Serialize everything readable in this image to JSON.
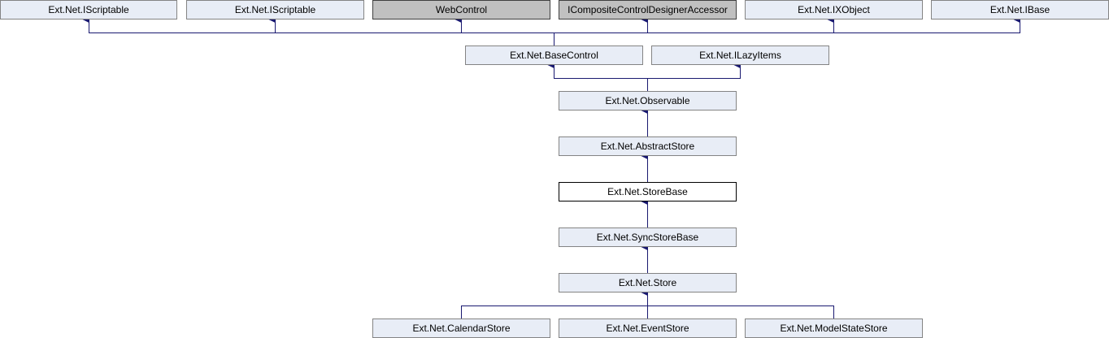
{
  "diagram": {
    "nodes": [
      {
        "id": "iscriptable-1",
        "label": "Ext.Net.IScriptable",
        "style": "normal"
      },
      {
        "id": "iscriptable-2",
        "label": "Ext.Net.IScriptable",
        "style": "normal"
      },
      {
        "id": "webcontrol",
        "label": "WebControl",
        "style": "external"
      },
      {
        "id": "icompositecontroldesigneraccessor",
        "label": "ICompositeControlDesignerAccessor",
        "style": "external"
      },
      {
        "id": "ixobject",
        "label": "Ext.Net.IXObject",
        "style": "normal"
      },
      {
        "id": "ibase",
        "label": "Ext.Net.IBase",
        "style": "normal"
      },
      {
        "id": "basecontrol",
        "label": "Ext.Net.BaseControl",
        "style": "normal"
      },
      {
        "id": "ilazyitems",
        "label": "Ext.Net.ILazyItems",
        "style": "normal"
      },
      {
        "id": "observable",
        "label": "Ext.Net.Observable",
        "style": "normal"
      },
      {
        "id": "abstractstore",
        "label": "Ext.Net.AbstractStore",
        "style": "normal"
      },
      {
        "id": "storebase",
        "label": "Ext.Net.StoreBase",
        "style": "current"
      },
      {
        "id": "syncstorebase",
        "label": "Ext.Net.SyncStoreBase",
        "style": "normal"
      },
      {
        "id": "store",
        "label": "Ext.Net.Store",
        "style": "normal"
      },
      {
        "id": "calendarstore",
        "label": "Ext.Net.CalendarStore",
        "style": "normal"
      },
      {
        "id": "eventstore",
        "label": "Ext.Net.EventStore",
        "style": "normal"
      },
      {
        "id": "modelstatestore",
        "label": "Ext.Net.ModelStateStore",
        "style": "normal"
      }
    ],
    "edges": [
      {
        "from": "basecontrol",
        "to": "iscriptable-1"
      },
      {
        "from": "basecontrol",
        "to": "iscriptable-2"
      },
      {
        "from": "basecontrol",
        "to": "webcontrol"
      },
      {
        "from": "basecontrol",
        "to": "icompositecontroldesigneraccessor"
      },
      {
        "from": "basecontrol",
        "to": "ixobject"
      },
      {
        "from": "basecontrol",
        "to": "ibase"
      },
      {
        "from": "observable",
        "to": "basecontrol"
      },
      {
        "from": "observable",
        "to": "ilazyitems"
      },
      {
        "from": "abstractstore",
        "to": "observable"
      },
      {
        "from": "storebase",
        "to": "abstractstore"
      },
      {
        "from": "syncstorebase",
        "to": "storebase"
      },
      {
        "from": "store",
        "to": "syncstorebase"
      },
      {
        "from": "calendarstore",
        "to": "store"
      },
      {
        "from": "eventstore",
        "to": "store"
      },
      {
        "from": "modelstatestore",
        "to": "store"
      }
    ],
    "colors": {
      "edge": "#191970",
      "node_fill": "#e8edf6",
      "node_border": "#848484",
      "external_fill": "#c0c0c0",
      "current_fill": "#ffffff"
    }
  }
}
